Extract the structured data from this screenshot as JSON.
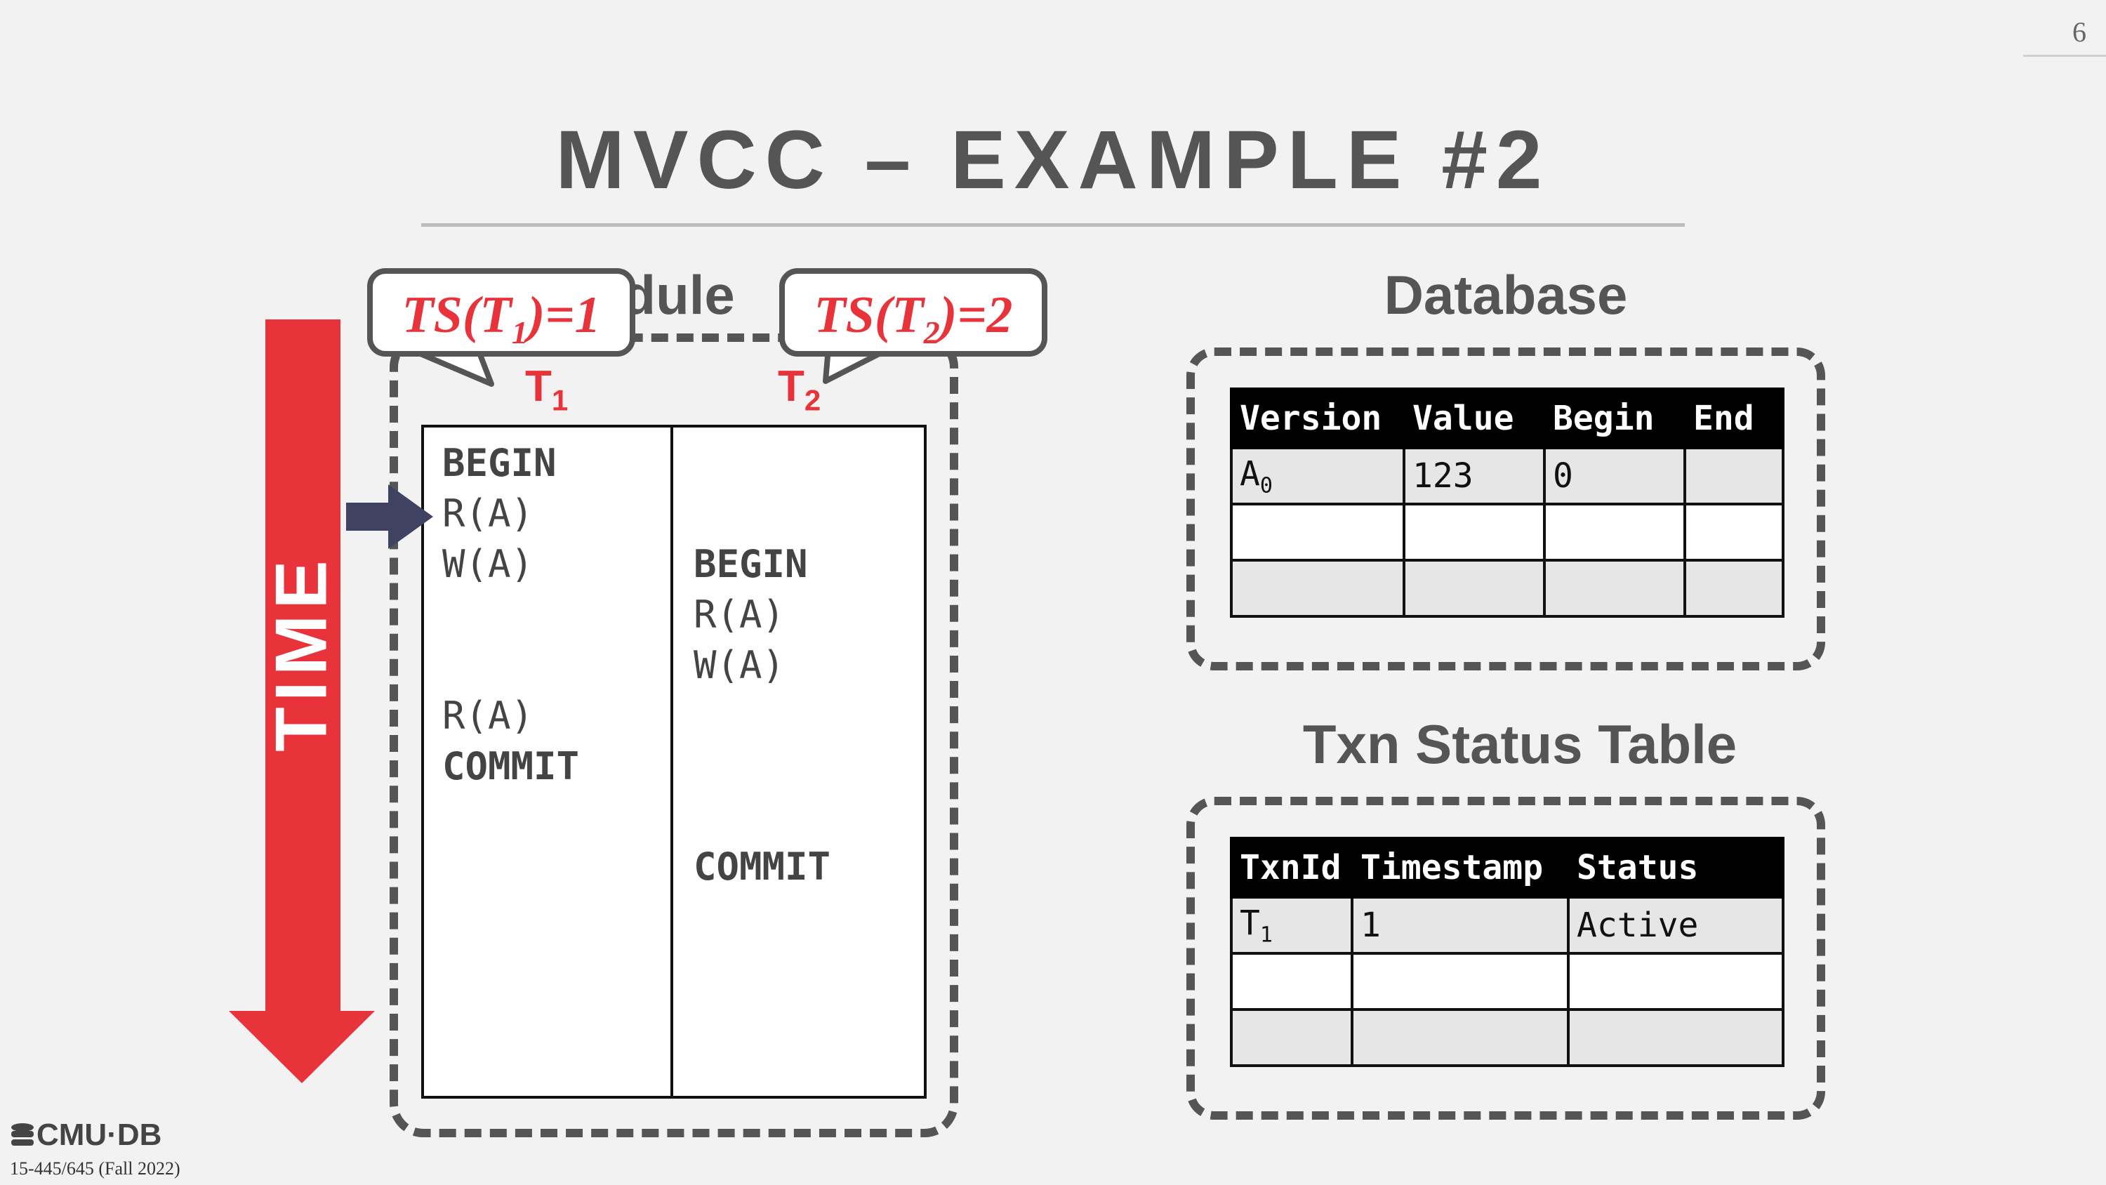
{
  "slide": {
    "number": "6",
    "title": "MVCC – EXAMPLE #2"
  },
  "time_label": "TIME",
  "schedule": {
    "title": "Schedule",
    "t1_label": "T",
    "t1_sub": "1",
    "t2_label": "T",
    "t2_sub": "2",
    "t1_ops": [
      "BEGIN",
      "R(A)",
      "W(A)",
      "R(A)",
      "COMMIT"
    ],
    "t2_ops": [
      "BEGIN",
      "R(A)",
      "W(A)",
      "COMMIT"
    ]
  },
  "bubbles": {
    "t1": {
      "pre": "TS(T",
      "sub": "1",
      "post": ")=1"
    },
    "t2": {
      "pre": "TS(T",
      "sub": "2",
      "post": ")=2"
    }
  },
  "database": {
    "title": "Database",
    "headers": [
      "Version",
      "Value",
      "Begin",
      "End"
    ],
    "rows": [
      {
        "version": "A",
        "version_sub": "0",
        "value": "123",
        "begin": "0",
        "end": ""
      },
      {
        "version": "",
        "version_sub": "",
        "value": "",
        "begin": "",
        "end": ""
      },
      {
        "version": "",
        "version_sub": "",
        "value": "",
        "begin": "",
        "end": ""
      }
    ]
  },
  "txn_status": {
    "title": "Txn Status Table",
    "headers": [
      "TxnId",
      "Timestamp",
      "Status"
    ],
    "rows": [
      {
        "txnid": "T",
        "txnid_sub": "1",
        "timestamp": "1",
        "status": "Active"
      },
      {
        "txnid": "",
        "txnid_sub": "",
        "timestamp": "",
        "status": ""
      },
      {
        "txnid": "",
        "txnid_sub": "",
        "timestamp": "",
        "status": ""
      }
    ]
  },
  "footer": {
    "logo": "CMU·DB",
    "course": "15-445/645 (Fall 2022)"
  },
  "colors": {
    "accent_red": "#e8333b",
    "pointer": "#3f4262",
    "dash_gray": "#555555"
  },
  "icons": {
    "logo": "database-stack-icon",
    "pointer": "arrow-right-icon"
  }
}
